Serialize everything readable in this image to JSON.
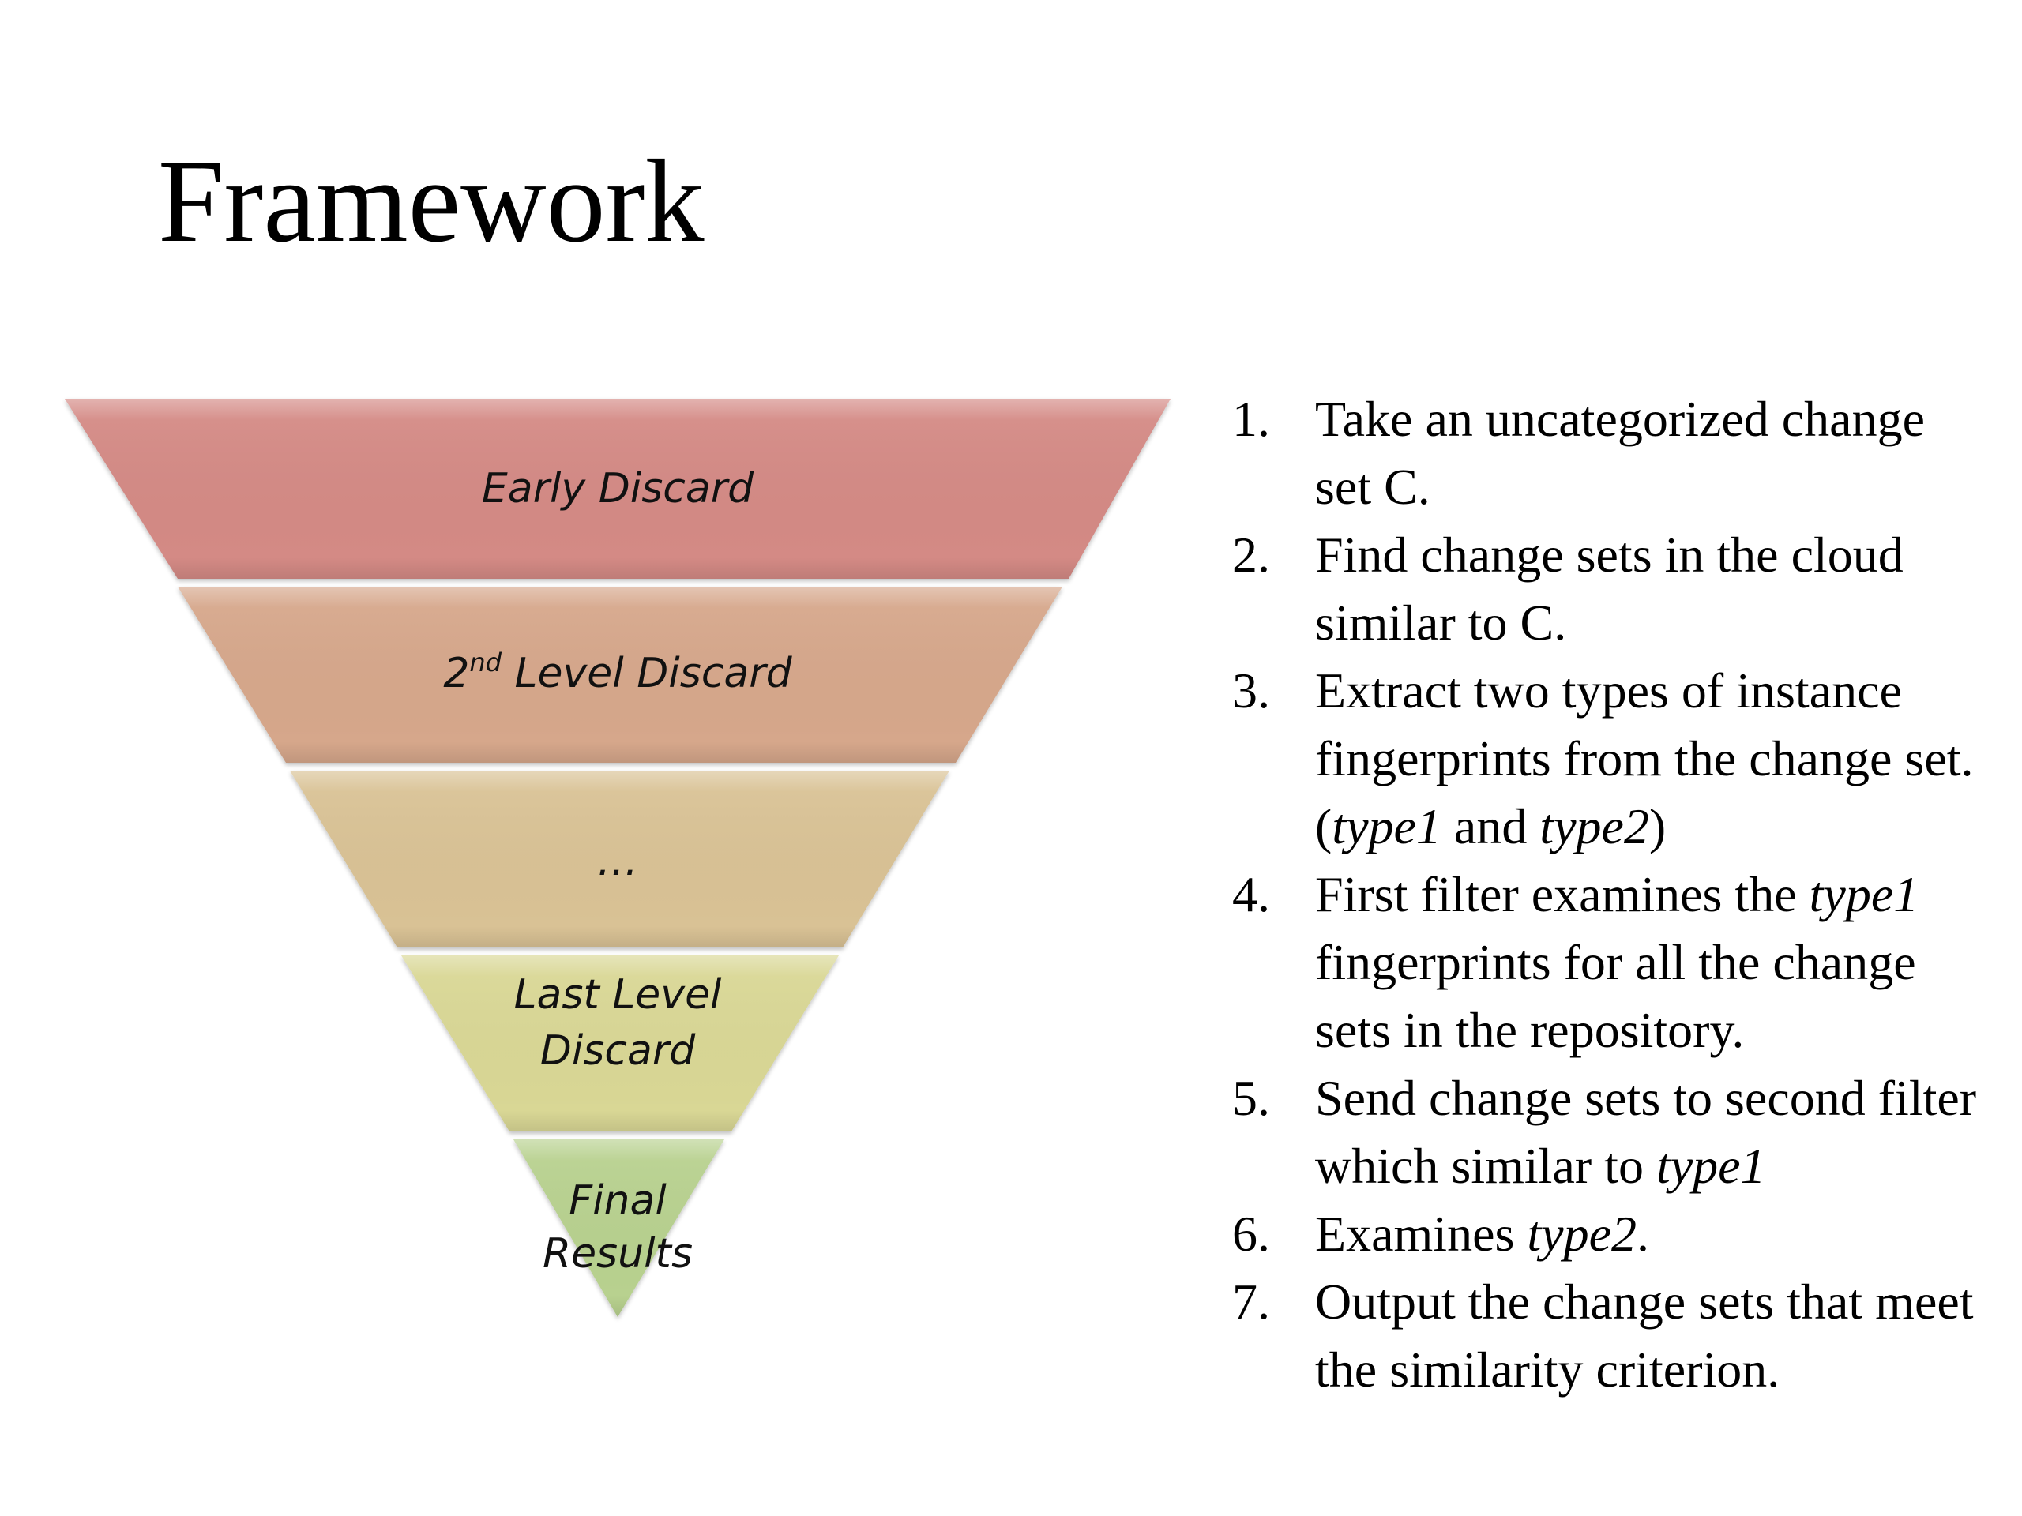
{
  "slide": {
    "title": "Framework"
  },
  "funnel": {
    "layers": [
      {
        "label": "Early Discard",
        "color": "#d48a85"
      },
      {
        "label_main": "2",
        "label_sup": "nd",
        "label_rest": " Level Discard",
        "color": "#d6a78b"
      },
      {
        "label": "…",
        "color": "#d9c295"
      },
      {
        "label_line1": "Last Level",
        "label_line2": "Discard",
        "color": "#d9d795"
      },
      {
        "label_line1": "Final",
        "label_line2": "Results",
        "color": "#b8d18f"
      }
    ]
  },
  "steps": [
    {
      "num": "1.",
      "parts": [
        {
          "t": "Take an uncategorized change set C."
        }
      ]
    },
    {
      "num": "2.",
      "parts": [
        {
          "t": "Find change sets in the cloud similar to C."
        }
      ]
    },
    {
      "num": "3.",
      "parts": [
        {
          "t": "Extract two types of instance fingerprints from the change set.("
        },
        {
          "t": "type1",
          "i": true
        },
        {
          "t": " and "
        },
        {
          "t": "type2",
          "i": true
        },
        {
          "t": ")"
        }
      ]
    },
    {
      "num": "4.",
      "parts": [
        {
          "t": "First filter examines the "
        },
        {
          "t": "type1",
          "i": true
        },
        {
          "t": " fingerprints for all the change sets in the repository."
        }
      ]
    },
    {
      "num": "5.",
      "parts": [
        {
          "t": "Send change sets to second filter which similar to "
        },
        {
          "t": "type1",
          "i": true
        }
      ]
    },
    {
      "num": "6.",
      "parts": [
        {
          "t": "Examines "
        },
        {
          "t": "type2",
          "i": true
        },
        {
          "t": "."
        }
      ]
    },
    {
      "num": "7.",
      "parts": [
        {
          "t": "Output the change sets that meet the similarity criterion."
        }
      ]
    }
  ]
}
